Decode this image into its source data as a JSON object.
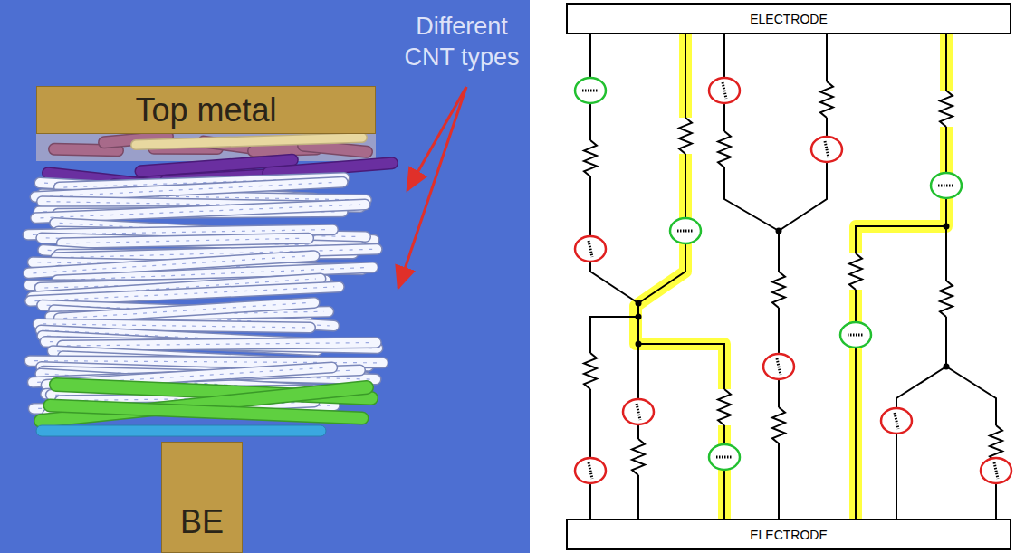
{
  "diagram": {
    "nodes": [
      {
        "text": [
          "Top metal"
        ]
      },
      {
        "text": [
          "BE"
        ]
      },
      {
        "text": [
          "ELECTRODE"
        ]
      },
      {
        "text": [
          "ELECTRODE"
        ]
      }
    ],
    "edges": [
      {
        "from": 2,
        "to": 3,
        "arrow": "none"
      }
    ],
    "labels": [
      "Different CNT types"
    ]
  }
}
